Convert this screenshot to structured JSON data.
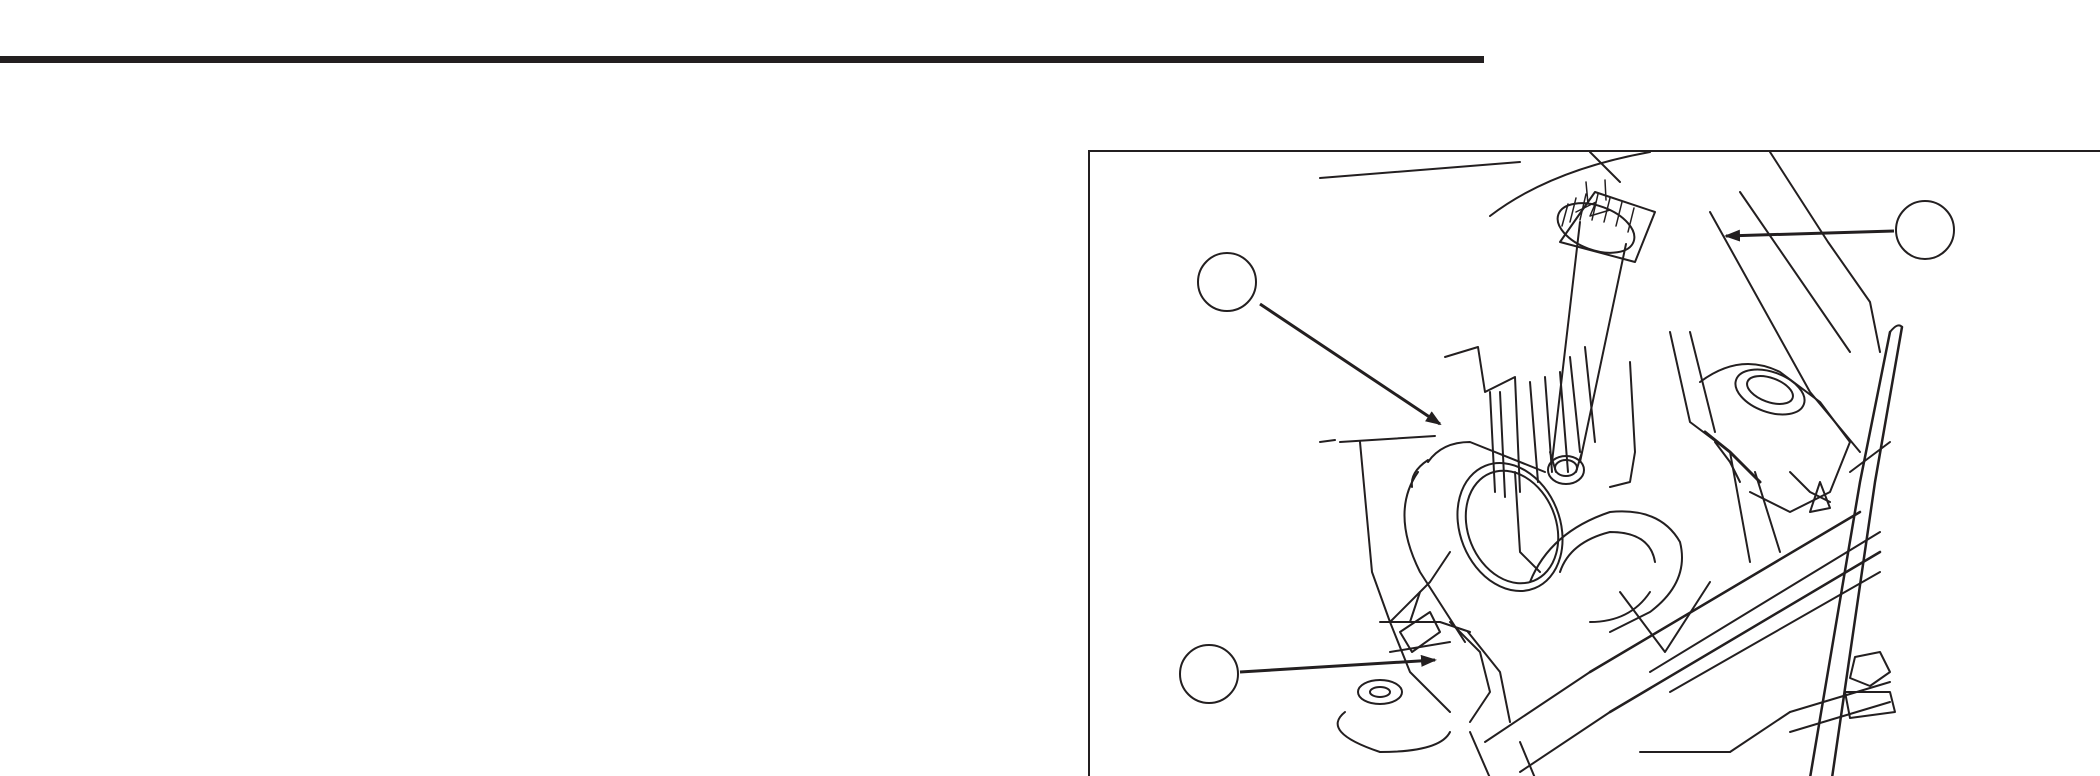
{
  "page": {
    "rule_color": "#231f20",
    "background": "#ffffff"
  },
  "figure": {
    "line_color": "#231f20",
    "callouts": [
      {
        "id": "callout-1",
        "label": "",
        "target": "oil-filler-cap"
      },
      {
        "id": "callout-2",
        "label": "",
        "target": "oil-filter"
      },
      {
        "id": "callout-3",
        "label": "",
        "target": "oil-drain-hose"
      }
    ]
  }
}
